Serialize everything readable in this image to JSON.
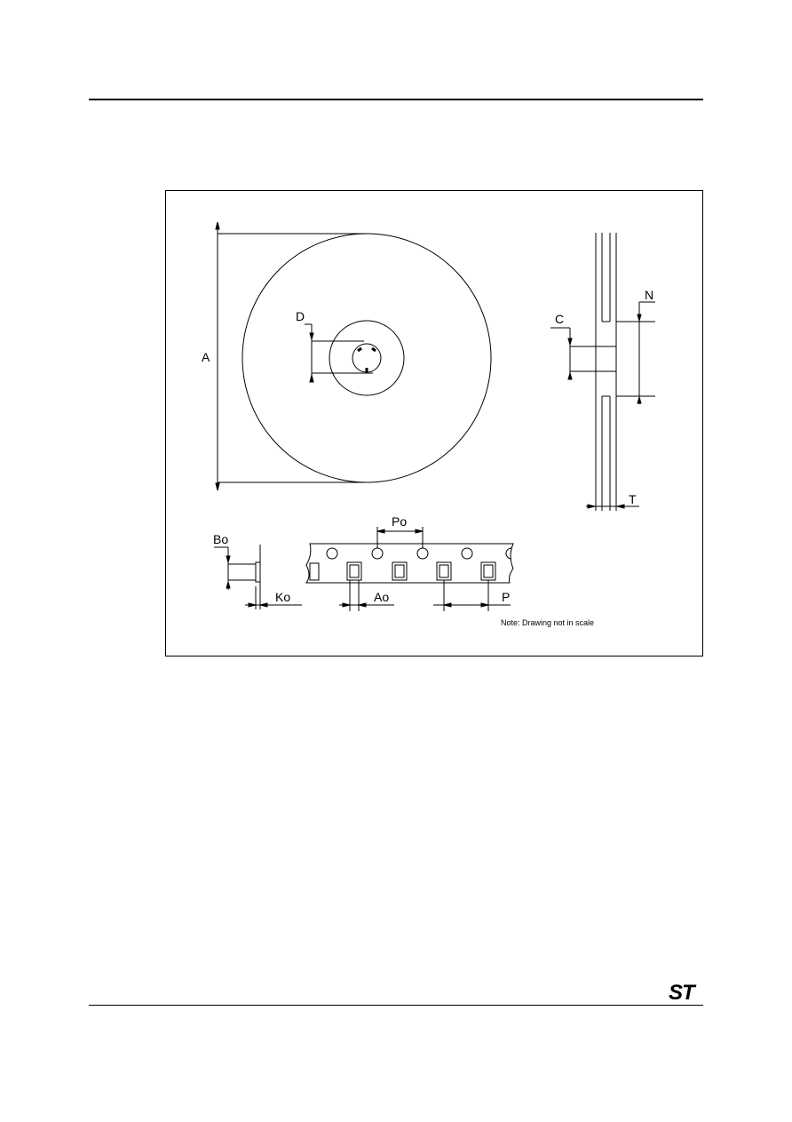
{
  "document": {
    "logo_text": "ST",
    "brand_color": "#0a6aa1"
  },
  "figure": {
    "labels": {
      "A": "A",
      "D": "D",
      "C": "C",
      "N": "N",
      "T": "T",
      "Bo": "Bo",
      "Ko": "Ko",
      "Po": "Po",
      "Ao": "Ao",
      "P": "P"
    },
    "note": "Note: Drawing not in scale"
  }
}
